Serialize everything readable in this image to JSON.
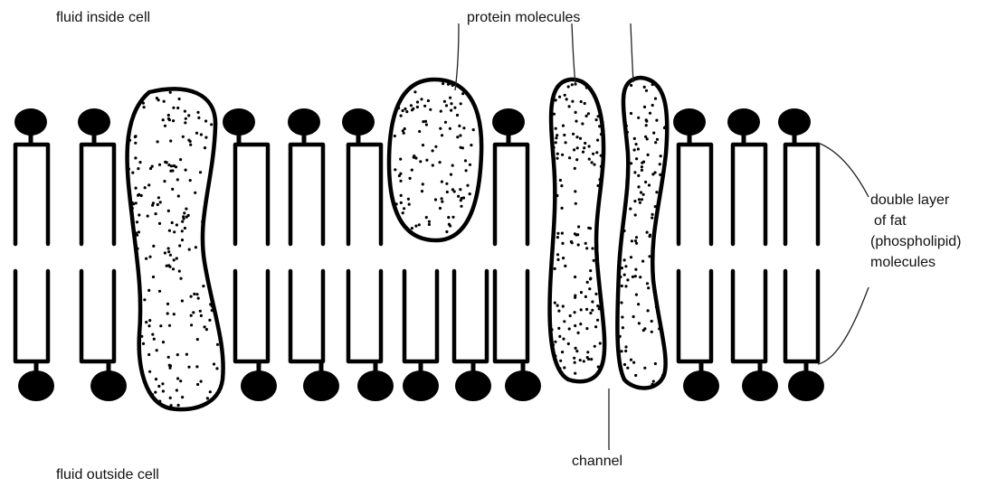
{
  "labels": {
    "inside": "fluid inside cell",
    "outside": "fluid outside cell",
    "protein": "protein molecules",
    "channel": "channel",
    "fat_lines": [
      "double layer",
      "of fat",
      "(phospholipid)",
      "molecules"
    ]
  },
  "colors": {
    "ink": "#000000",
    "background": "#ffffff",
    "text": "#111111"
  }
}
